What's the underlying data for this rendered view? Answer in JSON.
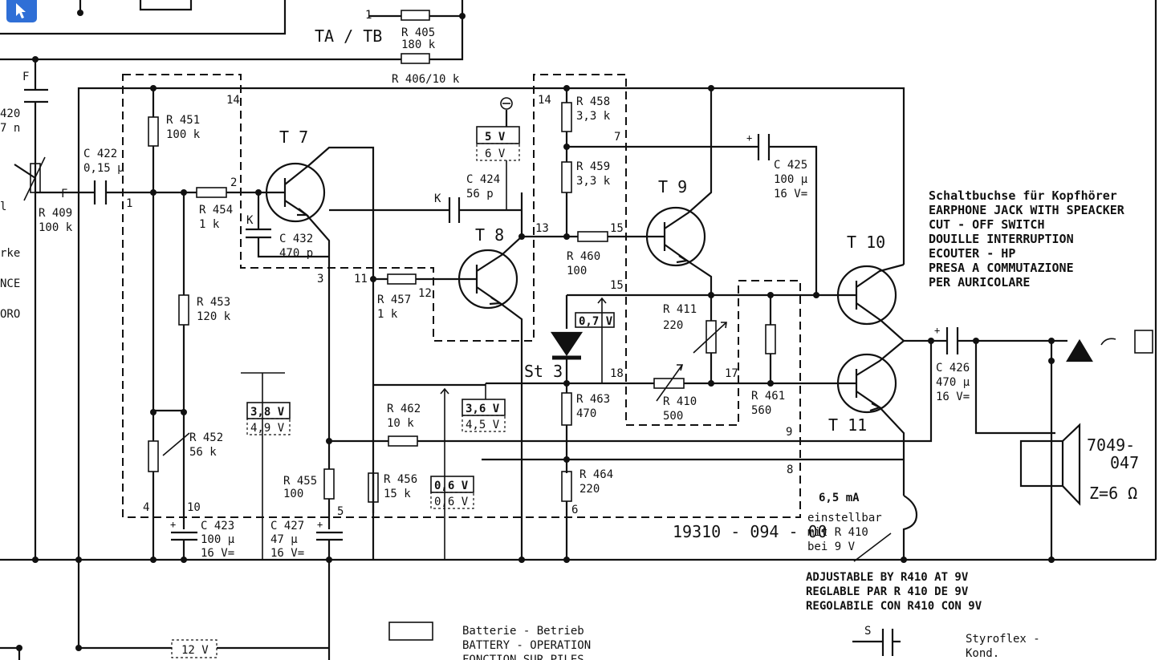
{
  "header": {
    "ta_tb": "TA / TB",
    "r405": "R 405",
    "r405_val": "180 k",
    "r406": "R 406/10 k",
    "pin1_top": "1"
  },
  "left_margin": {
    "c420_partial": "420",
    "c420_val_partial": "7 n",
    "f_label": "F",
    "f_label2": "F",
    "lbl_arke": "rke",
    "lbl_nce": "NCE",
    "lbl_oro": "ORO",
    "lbl_i": "l"
  },
  "components": {
    "c422": "C 422",
    "c422_val": "0,15 µ",
    "r409": "R 409",
    "r409_val": "100 k",
    "r451": "R 451",
    "r451_val": "100 k",
    "r454": "R 454",
    "r454_val": "1 k",
    "r453": "R 453",
    "r453_val": "120 k",
    "r452": "R 452",
    "r452_val": "56 k",
    "c423": "C 423",
    "c423_val": "100 µ",
    "c423_v": "16 V=",
    "c427": "C 427",
    "c427_val": "47 µ",
    "c427_v": "16 V=",
    "r455": "R 455",
    "r455_val": "100",
    "r456": "R 456",
    "r456_val": "15 k",
    "c432": "C 432",
    "c432_val": "470 p",
    "c432_k": "K",
    "t7": "T 7",
    "c424": "C 424",
    "c424_val": "56 p",
    "c424_k": "K",
    "t8": "T 8",
    "r457": "R 457",
    "r457_val": "1 k",
    "r458": "R 458",
    "r458_val": "3,3 k",
    "r459": "R 459",
    "r459_val": "3,3 k",
    "r460": "R 460",
    "r460_val": "100",
    "t9": "T 9",
    "c425": "C 425",
    "c425_val": "100 µ",
    "c425_v": "16 V=",
    "r411": "R 411",
    "r411_val": "220",
    "r410": "R 410",
    "r410_val": "500",
    "r461": "R 461",
    "r461_val": "560",
    "r462": "R 462",
    "r462_val": "10 k",
    "r463": "R 463",
    "r463_val": "470",
    "r464": "R 464",
    "r464_val": "220",
    "st3": "St 3",
    "t10": "T 10",
    "t11": "T 11",
    "c426": "C 426",
    "c426_val": "470 µ",
    "c426_v": "16 V=",
    "spk_num": "7049-",
    "spk_num2": "047",
    "spk_z": "Z=6 Ω"
  },
  "voltages": {
    "v5": "5 V",
    "v6": "6 V",
    "v38": "3,8 V",
    "v49": "4,9 V",
    "v36": "3,6 V",
    "v45": "4,5 V",
    "v06a": "0,6 V",
    "v06b": "0,6 V",
    "v07": "0,7 V",
    "v12": "12 V"
  },
  "pins": {
    "p1": "1",
    "p2": "2",
    "p3": "3",
    "p4": "4",
    "p5": "5",
    "p6": "6",
    "p7": "7",
    "p8": "8",
    "p9": "9",
    "p10": "10",
    "p11": "11",
    "p12": "12",
    "p13": "13",
    "p14a": "14",
    "p14b": "14",
    "p15a": "15",
    "p15b": "15",
    "p17": "17",
    "p18": "18"
  },
  "board_id": "19310 - 094 - 00",
  "earphone_note": [
    "Schaltbuchse für Kopfhörer",
    "EARPHONE JACK WITH SPEACKER",
    "CUT - OFF SWITCH",
    "DOUILLE INTERRUPTION",
    "ECOUTER - HP",
    "PRESA A COMMUTAZIONE",
    "PER AURICOLARE"
  ],
  "bias_note": {
    "current": "6,5 mA",
    "line1": "einstellbar",
    "line2": "mit R 410",
    "line3": "bei 9 V"
  },
  "adjust_note": [
    "ADJUSTABLE BY R410 AT   9V",
    "REGLABLE PAR R 410 DE   9V",
    "REGOLABILE CON R410 CON  9V"
  ],
  "legend": {
    "battery_de": "Batterie - Betrieb",
    "battery_en": "BATTERY - OPERATION",
    "battery_fr": "FONCTION SUR PILES",
    "cap_s": "S",
    "styro_1": "Styroflex -",
    "styro_2": "Kond."
  }
}
